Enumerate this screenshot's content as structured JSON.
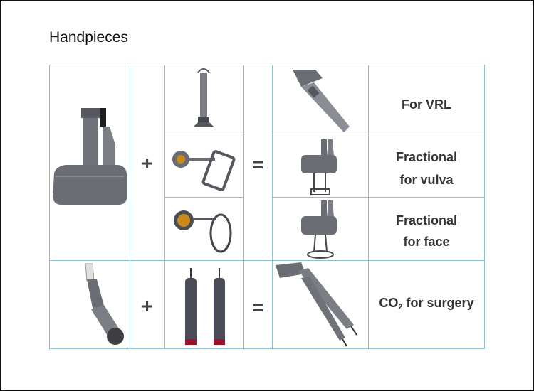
{
  "page_title": "Handpieces",
  "operators": {
    "plus": "+",
    "equals": "="
  },
  "rows": [
    {
      "label_lines": [
        "For VRL"
      ]
    },
    {
      "label_lines": [
        "Fractional",
        "for vulva"
      ]
    },
    {
      "label_lines": [
        "Fractional",
        "for face"
      ]
    },
    {
      "label_prefix": "CO",
      "label_sub": "2",
      "label_suffix": " for surgery"
    }
  ],
  "colors": {
    "grid_line": "#8fbfcf",
    "metal": "#6f7278",
    "lens_amber": "#c98a1a",
    "tip_red": "#a0102a"
  }
}
